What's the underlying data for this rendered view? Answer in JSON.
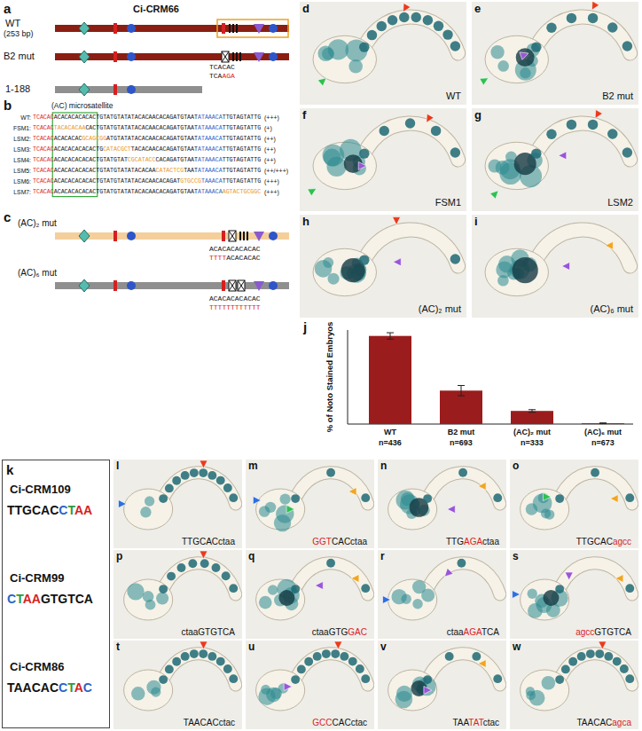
{
  "diagram": {
    "nodes": [
      {
        "text": [
          "d",
          "WT"
        ]
      },
      {
        "text": [
          "e",
          "B2 mut"
        ]
      },
      {
        "text": [
          "f",
          "FSM1"
        ]
      },
      {
        "text": [
          "g",
          "LSM2"
        ]
      },
      {
        "text": [
          "h",
          "(AC)₂ mut"
        ]
      },
      {
        "text": [
          "i",
          "(AC)₆ mut"
        ]
      },
      {
        "text": [
          "k",
          "Ci-CRM109",
          "TTGCACCTAA",
          "Ci-CRM99",
          "CTAAGTGTCA",
          "Ci-CRM86",
          "TAACACCTAC"
        ]
      },
      {
        "text": [
          "l",
          "TTGCACctaa"
        ]
      },
      {
        "text": [
          "m",
          "GGTCACctaa"
        ]
      },
      {
        "text": [
          "n",
          "TTGAGActaa"
        ]
      },
      {
        "text": [
          "o",
          "TTGCACagcc"
        ]
      },
      {
        "text": [
          "p",
          "ctaaGTGTCA"
        ]
      },
      {
        "text": [
          "q",
          "ctaaGTGGAC"
        ]
      },
      {
        "text": [
          "r",
          "ctaaAGATCA"
        ]
      },
      {
        "text": [
          "s",
          "agccGTGTCA"
        ]
      },
      {
        "text": [
          "t",
          "TAACACctac"
        ]
      },
      {
        "text": [
          "u",
          "GCCCACctac"
        ]
      },
      {
        "text": [
          "v",
          "TAATATctac"
        ]
      },
      {
        "text": [
          "w",
          "TAACACagca"
        ]
      }
    ],
    "labels": [
      "a",
      "Ci-CRM66",
      "WT",
      "(253 bp)",
      "B2 mut",
      "TCACAC",
      "TCAAGA",
      "1-188",
      "b",
      "(AC) microsatellite",
      "WT:",
      "FSM1:",
      "LSM2:",
      "LSM3:",
      "LSM4:",
      "LSM5:",
      "LSM6:",
      "LSM7:",
      "TCACACACACACACACACTGTATGTATATACACAACACAGATGTAATATAAACATTGTAGTATTG",
      "TCACACTACACACAACACTGTATGTATATACACAACACAGATGTAATATAAACATTGTAGTATTG",
      "TCACACACACACACGCAGCGGATGTATATACACAACACAGATGTAATATAAACATTGTAGTATTG",
      "TCACACACACACACACACTGCATACGCTTACACAACACAGATGTAATATAAACATTGTAGTATTG",
      "TCACACACACACACACACTGTATGTATCGCATACCCACAGATGTAATATAAACATTGTAGTATTG",
      "TCACACACACACACACACTGTATGTATATACACAACATACTCGTAATATAAACATTGTAGTATTG",
      "TCACACACACACACACACTGTATGTATATACACAACACAGATGTGCCGTAAACATTGTAGTATTG",
      "TCACACACACACACACACTGTATGTATATACACAACACAGATGTAATATAAACAAGTACTGCGGC",
      "(+++)",
      "(+)",
      "(++)",
      "(++)",
      "(++)",
      "(++/+++)",
      "(+++)",
      "(+++)",
      "c",
      "(AC)₂ mut",
      "ACACACACACAC",
      "TTTTACACACAC",
      "(AC)₆ mut",
      "ACACACACACAC",
      "TTTTTTTTTTTT",
      "j",
      "% of Noto Stained Embryos",
      "WT",
      "B2 mut",
      "(AC)₂ mut",
      "(AC)₆ mut",
      "n=436",
      "n=693",
      "n=333",
      "n=673"
    ]
  }
}
